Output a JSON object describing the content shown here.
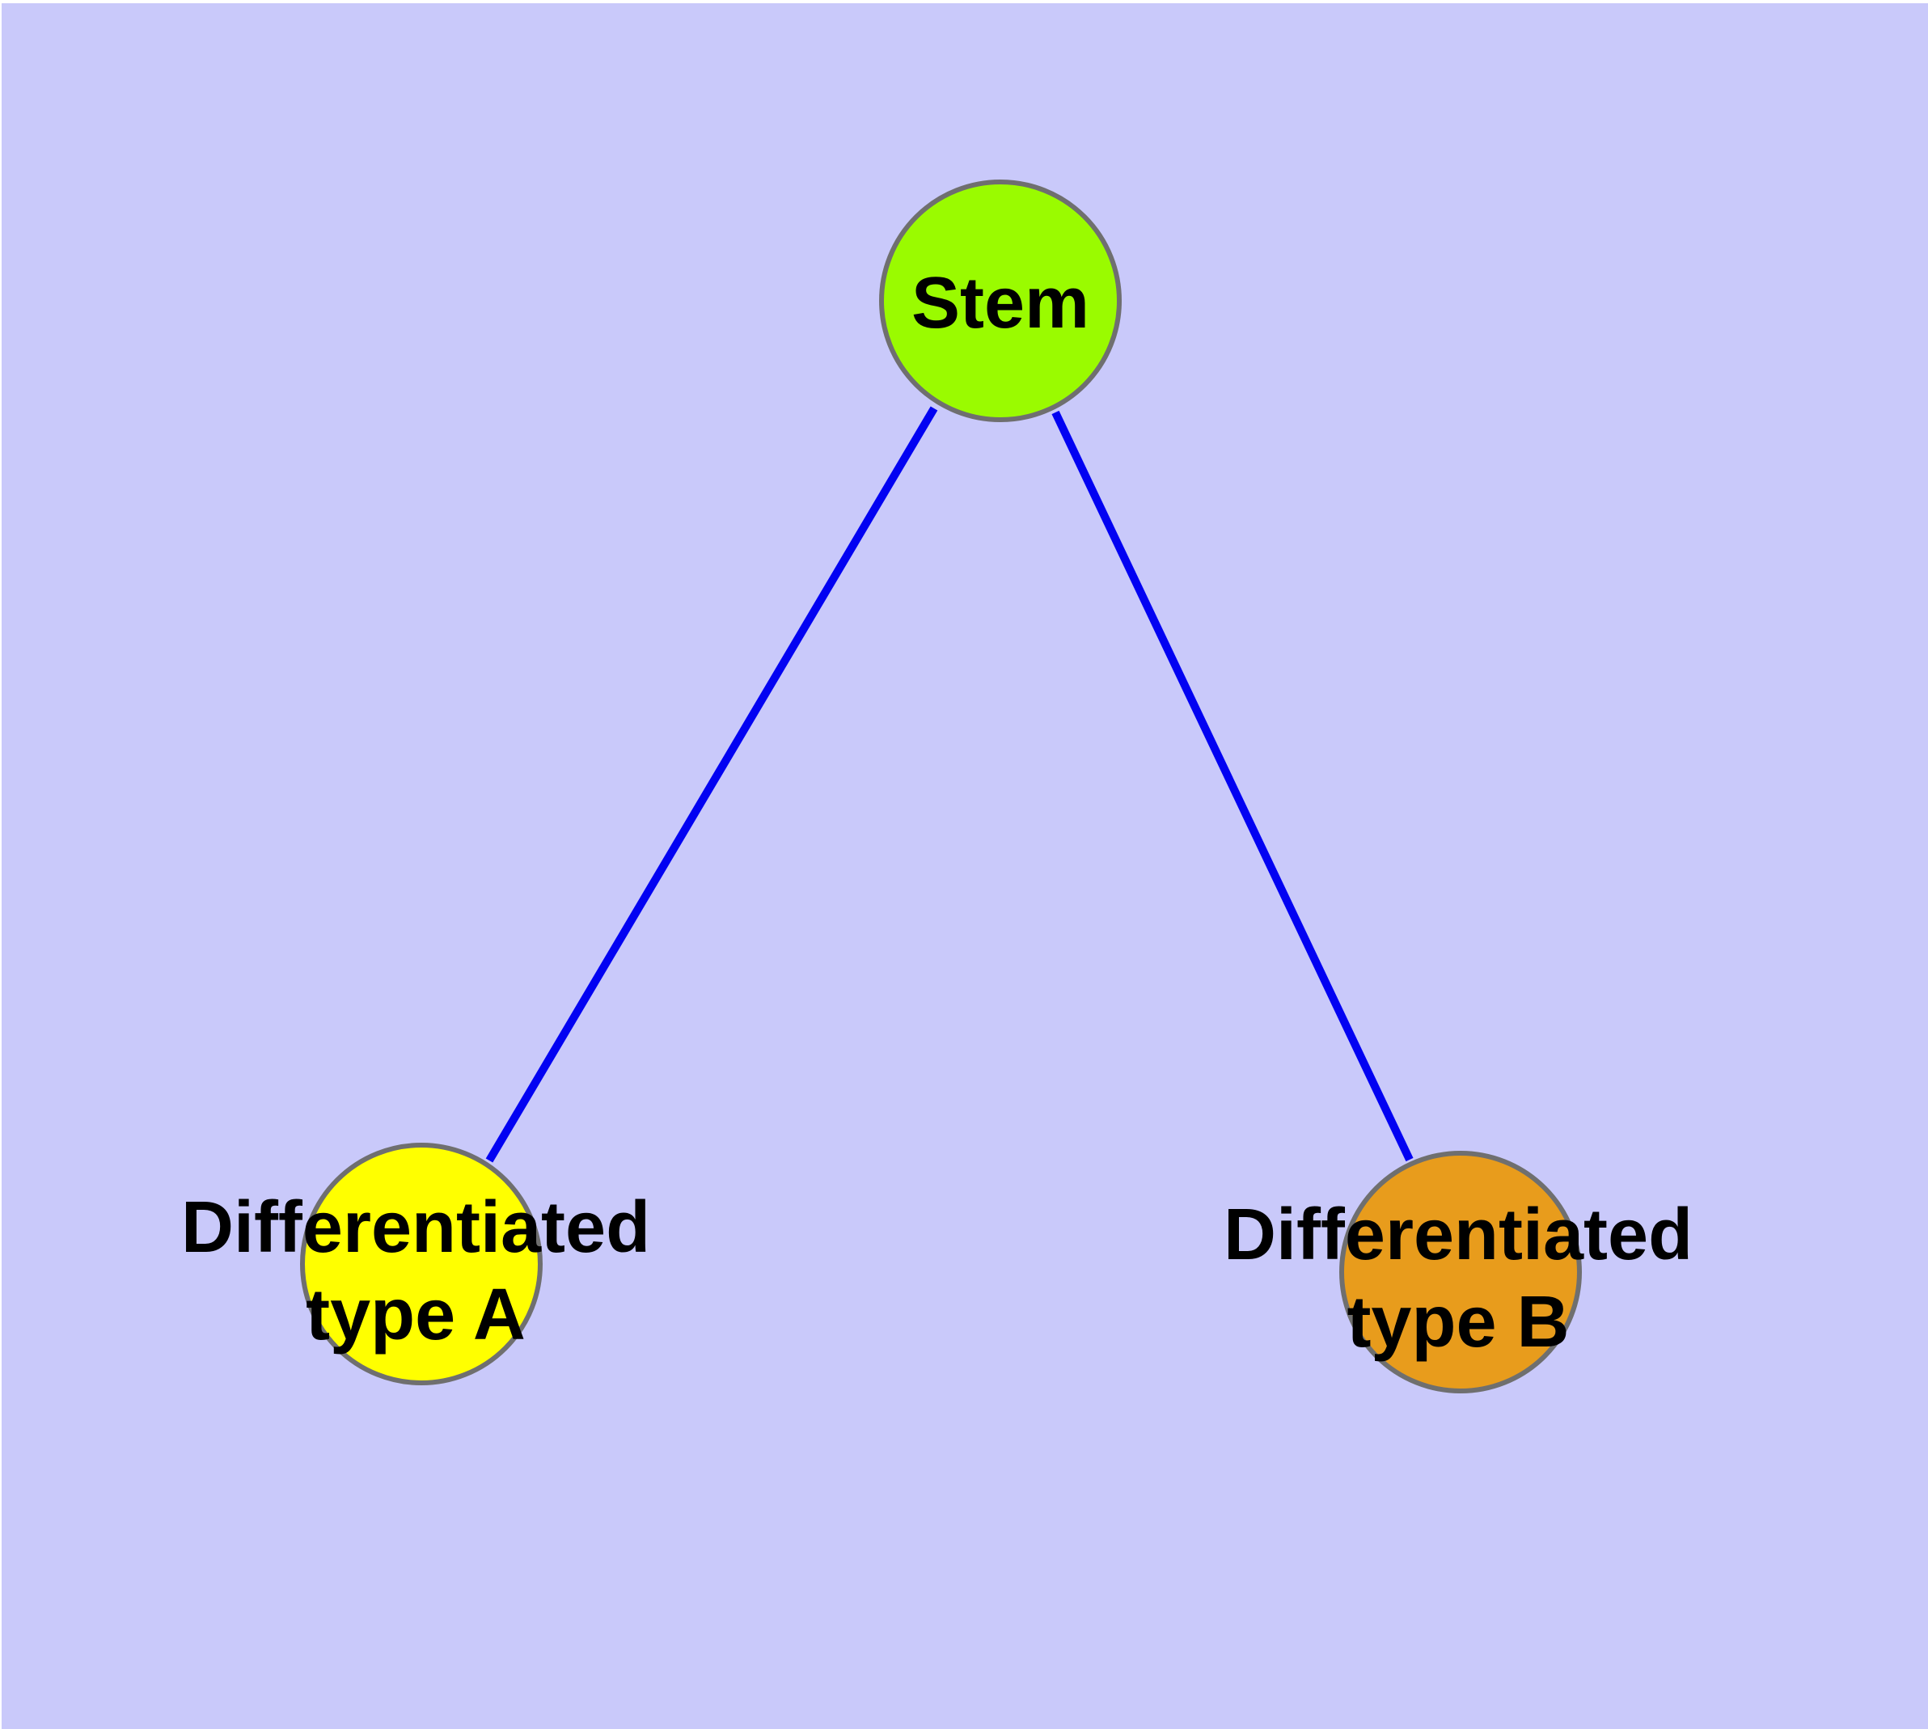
{
  "canvas": {
    "background": "#C9C9FA"
  },
  "graph": {
    "description": "Stem cell differentiation diagram",
    "edge_color": "#0202F2",
    "node_border_color": "#6F6F6F",
    "label_color": "#000000",
    "edges": [
      {
        "from": "stem",
        "to": "differentiated-type-a"
      },
      {
        "from": "stem",
        "to": "differentiated-type-b"
      }
    ]
  },
  "nodes": {
    "stem": {
      "label": "Stem",
      "fill": "#9AFB00"
    },
    "typeA": {
      "line1": "Differentiated",
      "line2": "type A",
      "fill": "#FFFF00"
    },
    "typeB": {
      "line1": "Differentiated",
      "line2": "type B",
      "fill": "#E89C1C"
    }
  }
}
